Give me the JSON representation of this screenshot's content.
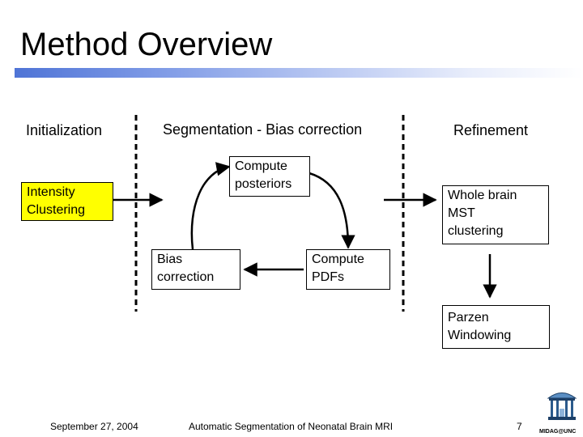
{
  "slide": {
    "title": "Method Overview",
    "columns": {
      "initialization": "Initialization",
      "segmentation": "Segmentation - Bias correction",
      "refinement": "Refinement"
    },
    "boxes": {
      "intensity_clustering": "Intensity\nClustering",
      "compute_posteriors": "Compute\nposteriors",
      "bias_correction": "Bias\ncorrection",
      "compute_pdfs": "Compute\nPDFs",
      "whole_brain_mst": "Whole brain\nMST\nclustering",
      "parzen_windowing": "Parzen\nWindowing"
    },
    "footer": {
      "date": "September 27, 2004",
      "center": "Automatic Segmentation of Neonatal Brain MRI",
      "page": "7",
      "logo_text": "MIDAG@UNC"
    },
    "colors": {
      "highlight_box": "#ffff00",
      "title_bar": "#4f74d6"
    }
  }
}
